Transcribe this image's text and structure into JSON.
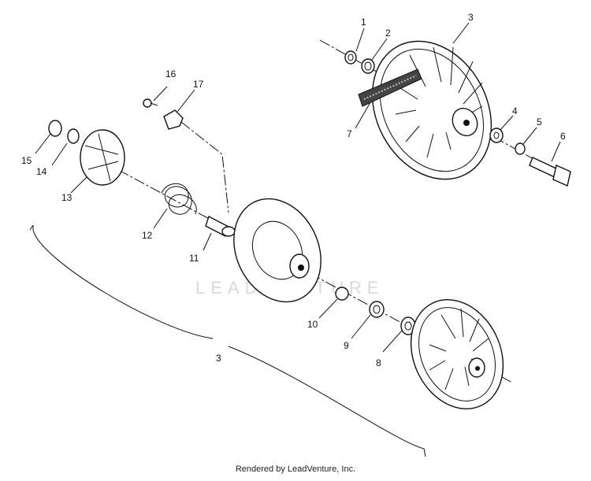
{
  "watermark": "LEADVENTURE",
  "credit": "Rendered by LeadVenture, Inc.",
  "callouts": {
    "c1": "1",
    "c2": "2",
    "c3_top": "3",
    "c4": "4",
    "c5": "5",
    "c6": "6",
    "c7": "7",
    "c8": "8",
    "c9": "9",
    "c10": "10",
    "c11": "11",
    "c12": "12",
    "c13": "13",
    "c14": "14",
    "c15": "15",
    "c16": "16",
    "c17": "17",
    "c3_bottom": "3"
  }
}
